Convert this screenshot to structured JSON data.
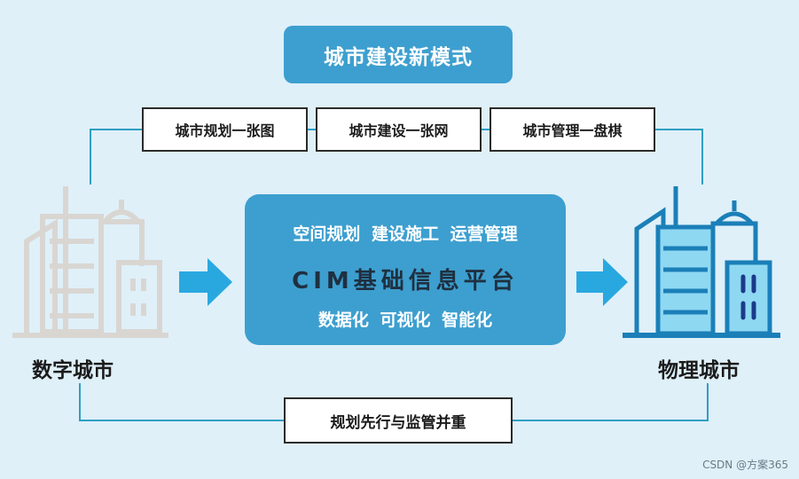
{
  "title": "城市建设新模式",
  "top_labels": [
    "城市规划一张图",
    "城市建设一张网",
    "城市管理一盘棋"
  ],
  "center": {
    "line1": "空间规划 建设施工 运营管理",
    "line2": "CIM基础信息平台",
    "line3": "数据化 可视化 智能化"
  },
  "left_label": "数字城市",
  "right_label": "物理城市",
  "bottom_label": "规划先行与监管并重",
  "watermark": "CSDN @方案365",
  "colors": {
    "background": "#dff0f9",
    "accent": "#3d9fcf",
    "arrow": "#29a8e0",
    "line": "#2f9fc2",
    "digital_building": "#d9d6d2",
    "physical_building": "#1b7fb8"
  },
  "icons": [
    "digital-city-building-icon",
    "physical-city-building-icon",
    "right-arrow-icon"
  ]
}
